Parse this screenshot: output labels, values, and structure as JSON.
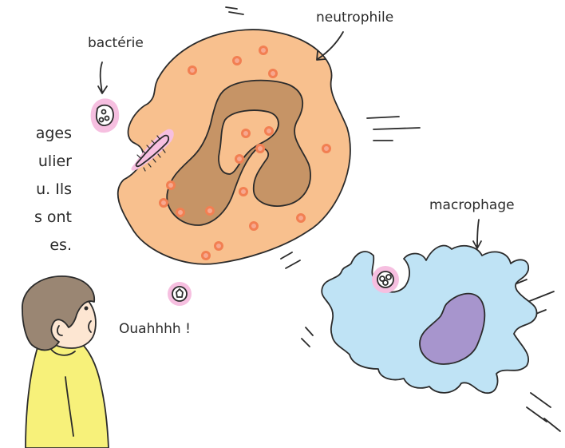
{
  "labels": {
    "bacteria": "bactérie",
    "neutrophil": "neutrophile",
    "macrophage": "macrophage",
    "exclamation": "Ouahhhh !"
  },
  "body_text_lines": [
    "ages",
    "ulier",
    "u. Ils",
    "s ont",
    "es."
  ],
  "colors": {
    "neutrophil_body": "#f8c08e",
    "neutrophil_nucleus": "#c69466",
    "granule_fill": "#f7a88f",
    "granule_ring": "#f27f52",
    "macrophage_body": "#bfe3f5",
    "macrophage_nucleus": "#a795cd",
    "bacteria_halo": "#f6bfe0",
    "person_hair": "#9a8673",
    "person_shirt": "#f7f17a",
    "person_skin": "#fde6d2",
    "outline": "#2b2b2b"
  }
}
